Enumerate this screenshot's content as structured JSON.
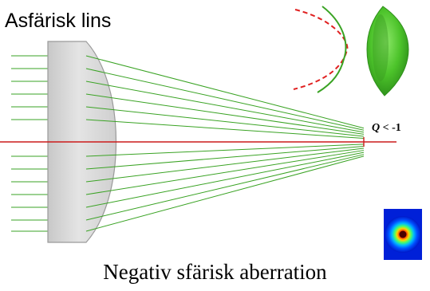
{
  "diagram": {
    "title": "Asfärisk lins",
    "caption": "Negativ sfärisk aberration",
    "q_label": {
      "symbol": "Q",
      "relation": "< -1"
    },
    "colors": {
      "ray": "#3aa324",
      "axis": "#cc1b1b",
      "lens_fill": "#d9d9d9",
      "lens_edge": "#9a9a9a",
      "profile_reference": "#e02020",
      "profile_aspheric": "#3aa324",
      "surface_3d": "#5fd13a"
    },
    "icons": [
      "lens-profile-icon",
      "aspheric-surface-3d-icon",
      "focal-spot-icon"
    ]
  }
}
